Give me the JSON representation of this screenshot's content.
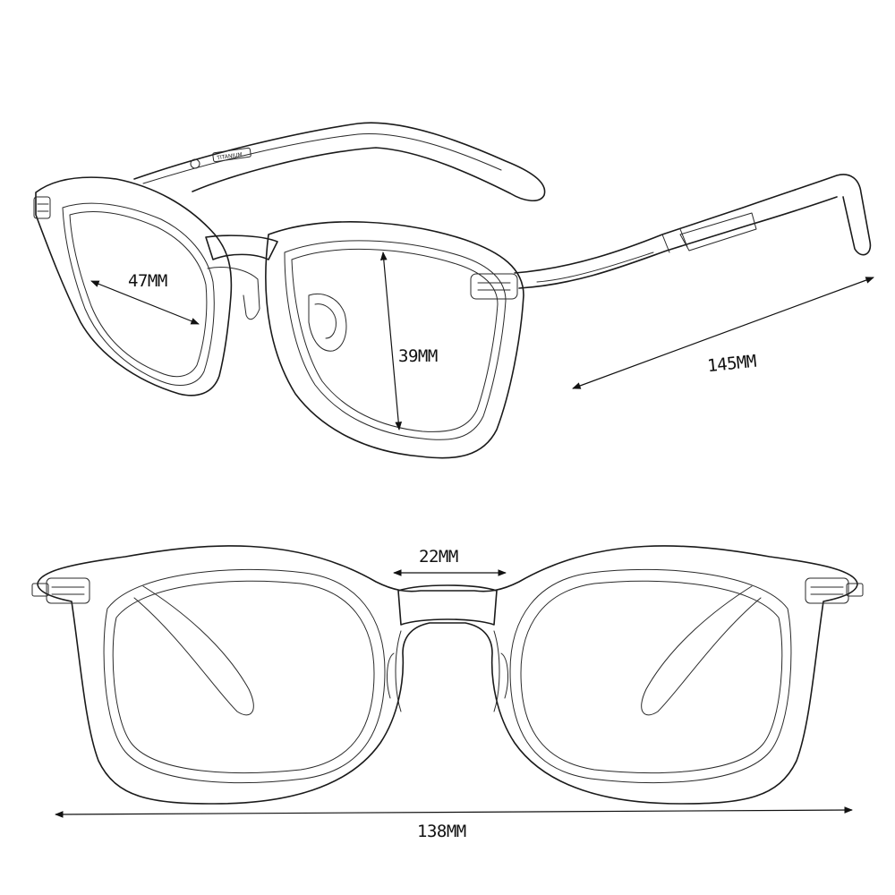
{
  "dimensions": {
    "lens_width": "47MM",
    "lens_height": "39MM",
    "temple_length": "145MM",
    "bridge_width": "22MM",
    "frame_width": "138MM"
  },
  "temple_imprint": "TITANIUM",
  "colors": {
    "line": "#1a1a1a",
    "background": "#ffffff"
  }
}
